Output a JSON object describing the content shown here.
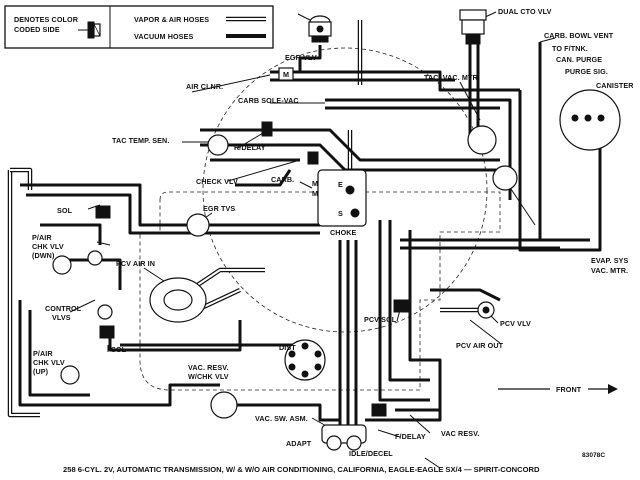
{
  "legend": {
    "color_coded_label_line1": "DENOTES COLOR",
    "color_coded_label_line2": "CODED SIDE",
    "vapor_air_label": "VAPOR & AIR HOSES",
    "vacuum_label": "VACUUM HOSES"
  },
  "labels": {
    "egr_vlv": "EGR VLV",
    "dual_cto_vlv": "DUAL CTO VLV",
    "carb_bowl_vent": "CARB. BOWL VENT",
    "to_f_tnk": "TO F/TNK.",
    "can_purge": "CAN. PURGE",
    "purge_sig": "PURGE SIG.",
    "canister": "CANISTER",
    "air_clnr": "AIR CLNR.",
    "carb_sole_vac": "CARB SOLE-VAC",
    "tac_vac_mtr": "TAC. VAC. MTR.",
    "tac_temp_sen": "TAC TEMP. SEN.",
    "r_delay": "R/DELAY",
    "check_vlv": "CHECK VLV",
    "carb": "CARB.",
    "egr_tvs": "EGR TVS",
    "sol_top": "SOL",
    "choke": "CHOKE",
    "p_air_chk_vlv_dwn_1": "P/AIR",
    "p_air_chk_vlv_dwn_2": "CHK VLV",
    "p_air_chk_vlv_dwn_3": "(DWN)",
    "pcv_air_in": "PCV AIR IN",
    "control_vlvs_1": "CONTROL",
    "control_vlvs_2": "VLVS",
    "evap_sys_1": "EVAP. SYS",
    "evap_sys_2": "VAC. MTR.",
    "pcv_sol": "PCV SOL",
    "pcv_vlv": "PCV VLV",
    "sol_bottom": "SOL",
    "pcv_air_out": "PCV AIR OUT",
    "dist": "DIST",
    "p_air_chk_vlv_up_1": "P/AIR",
    "p_air_chk_vlv_up_2": "CHK VLV",
    "p_air_chk_vlv_up_3": "(UP)",
    "vac_resv_w_chk_vlv_1": "VAC. RESV.",
    "vac_resv_w_chk_vlv_2": "W/CHK VLV",
    "front": "FRONT",
    "vac_sw_asm": "VAC. SW. ASM.",
    "f_delay": "F/DELAY",
    "vac_resv": "VAC RESV.",
    "adapt": "ADAPT",
    "idle_decel": "IDLE/DECEL",
    "m_1": "M",
    "m_2": "M",
    "m_3": "M",
    "e": "E",
    "s": "S",
    "figure_ref": "83078C"
  },
  "caption": "258 6-CYL. 2V, AUTOMATIC TRANSMISSION, W/ & W/O AIR CONDITIONING, CALIFORNIA, EAGLE-EAGLE SX/4 — SPIRIT-CONCORD"
}
